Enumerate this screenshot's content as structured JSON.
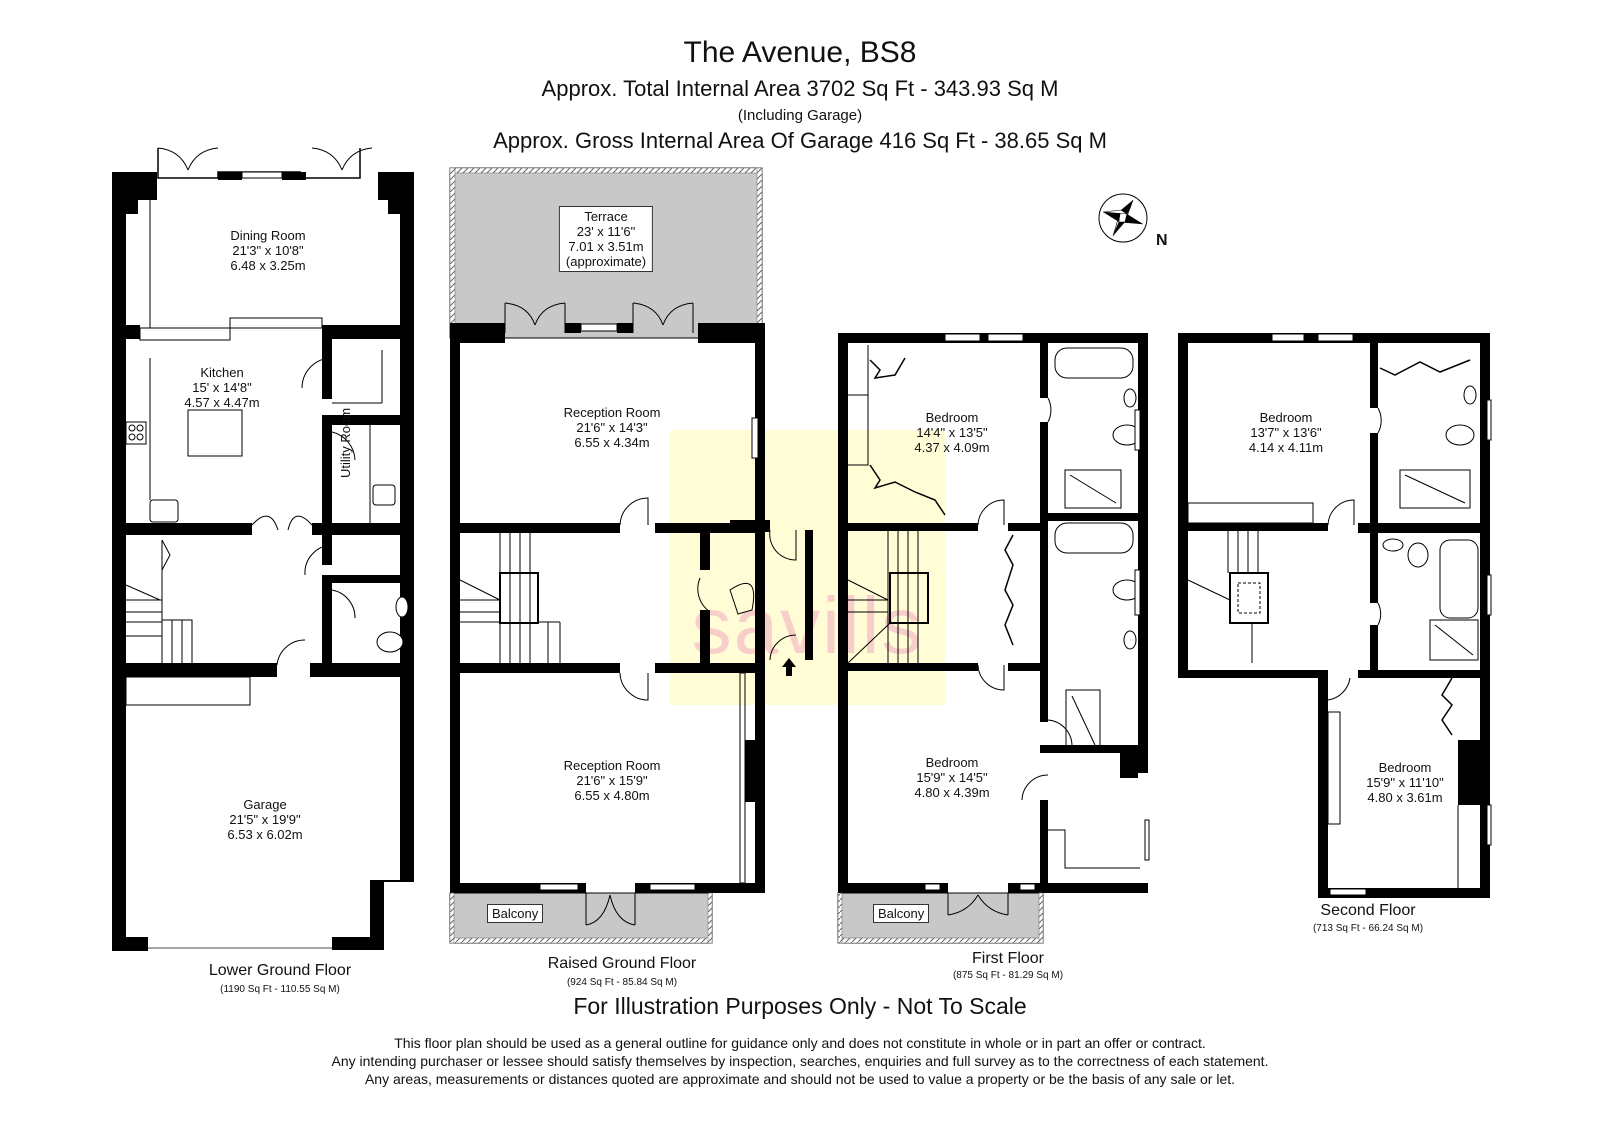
{
  "header": {
    "title": "The Avenue, BS8",
    "total_area": "Approx. Total Internal Area   3702 Sq Ft  -  343.93 Sq M",
    "total_area_note": "(Including Garage)",
    "garage_area": "Approx. Gross Internal Area Of Garage   416 Sq Ft  -  38.65 Sq M"
  },
  "compass": {
    "label": "N"
  },
  "watermark": {
    "text": "savills",
    "bg_color": "#fffab4",
    "text_color": "#f096be"
  },
  "floors": {
    "lower_ground": {
      "name": "Lower Ground Floor",
      "area": "(1190 Sq Ft  -  110.55 Sq M)",
      "rooms": [
        {
          "name": "Dining Room",
          "imperial": "21'3\" x 10'8\"",
          "metric": "6.48 x 3.25m"
        },
        {
          "name": "Kitchen",
          "imperial": "15' x 14'8\"",
          "metric": "4.57 x 4.47m"
        },
        {
          "name": "Utility Room"
        },
        {
          "name": "Garage",
          "imperial": "21'5\" x 19'9\"",
          "metric": "6.53 x 6.02m"
        }
      ]
    },
    "raised_ground": {
      "name": "Raised Ground Floor",
      "area": "(924 Sq Ft  -  85.84 Sq M)",
      "rooms": [
        {
          "name": "Terrace",
          "imperial": "23' x 11'6\"",
          "metric": "7.01 x 3.51m",
          "note": "(approximate)"
        },
        {
          "name": "Reception Room",
          "imperial": "21'6\" x 14'3\"",
          "metric": "6.55 x 4.34m"
        },
        {
          "name": "Reception Room",
          "imperial": "21'6\" x 15'9\"",
          "metric": "6.55 x 4.80m"
        },
        {
          "name": "Balcony"
        }
      ]
    },
    "first": {
      "name": "First Floor",
      "area": "(875 Sq Ft  -  81.29 Sq M)",
      "rooms": [
        {
          "name": "Bedroom",
          "imperial": "14'4\" x 13'5\"",
          "metric": "4.37 x 4.09m"
        },
        {
          "name": "Bedroom",
          "imperial": "15'9\" x 14'5\"",
          "metric": "4.80 x 4.39m"
        },
        {
          "name": "Balcony"
        }
      ]
    },
    "second": {
      "name": "Second Floor",
      "area": "(713 Sq Ft  -  66.24 Sq M)",
      "rooms": [
        {
          "name": "Bedroom",
          "imperial": "13'7\" x 13'6\"",
          "metric": "4.14 x 4.11m"
        },
        {
          "name": "Bedroom",
          "imperial": "15'9\" x 11'10\"",
          "metric": "4.80 x 3.61m"
        }
      ]
    }
  },
  "footer": {
    "illustration_note": "For Illustration Purposes Only - Not To Scale",
    "disclaimer": [
      "This floor plan should be used as a general outline for guidance only and does not constitute in whole or in part an offer or contract.",
      "Any intending purchaser or lessee should satisfy themselves by inspection, searches, enquiries and full survey as to the correctness of each statement.",
      "Any areas, measurements or distances quoted are approximate and should not be used to value a property or be the basis of any sale or let."
    ]
  },
  "colors": {
    "wall": "#000000",
    "outdoor_fill": "#c8c8c8",
    "background": "#ffffff"
  }
}
